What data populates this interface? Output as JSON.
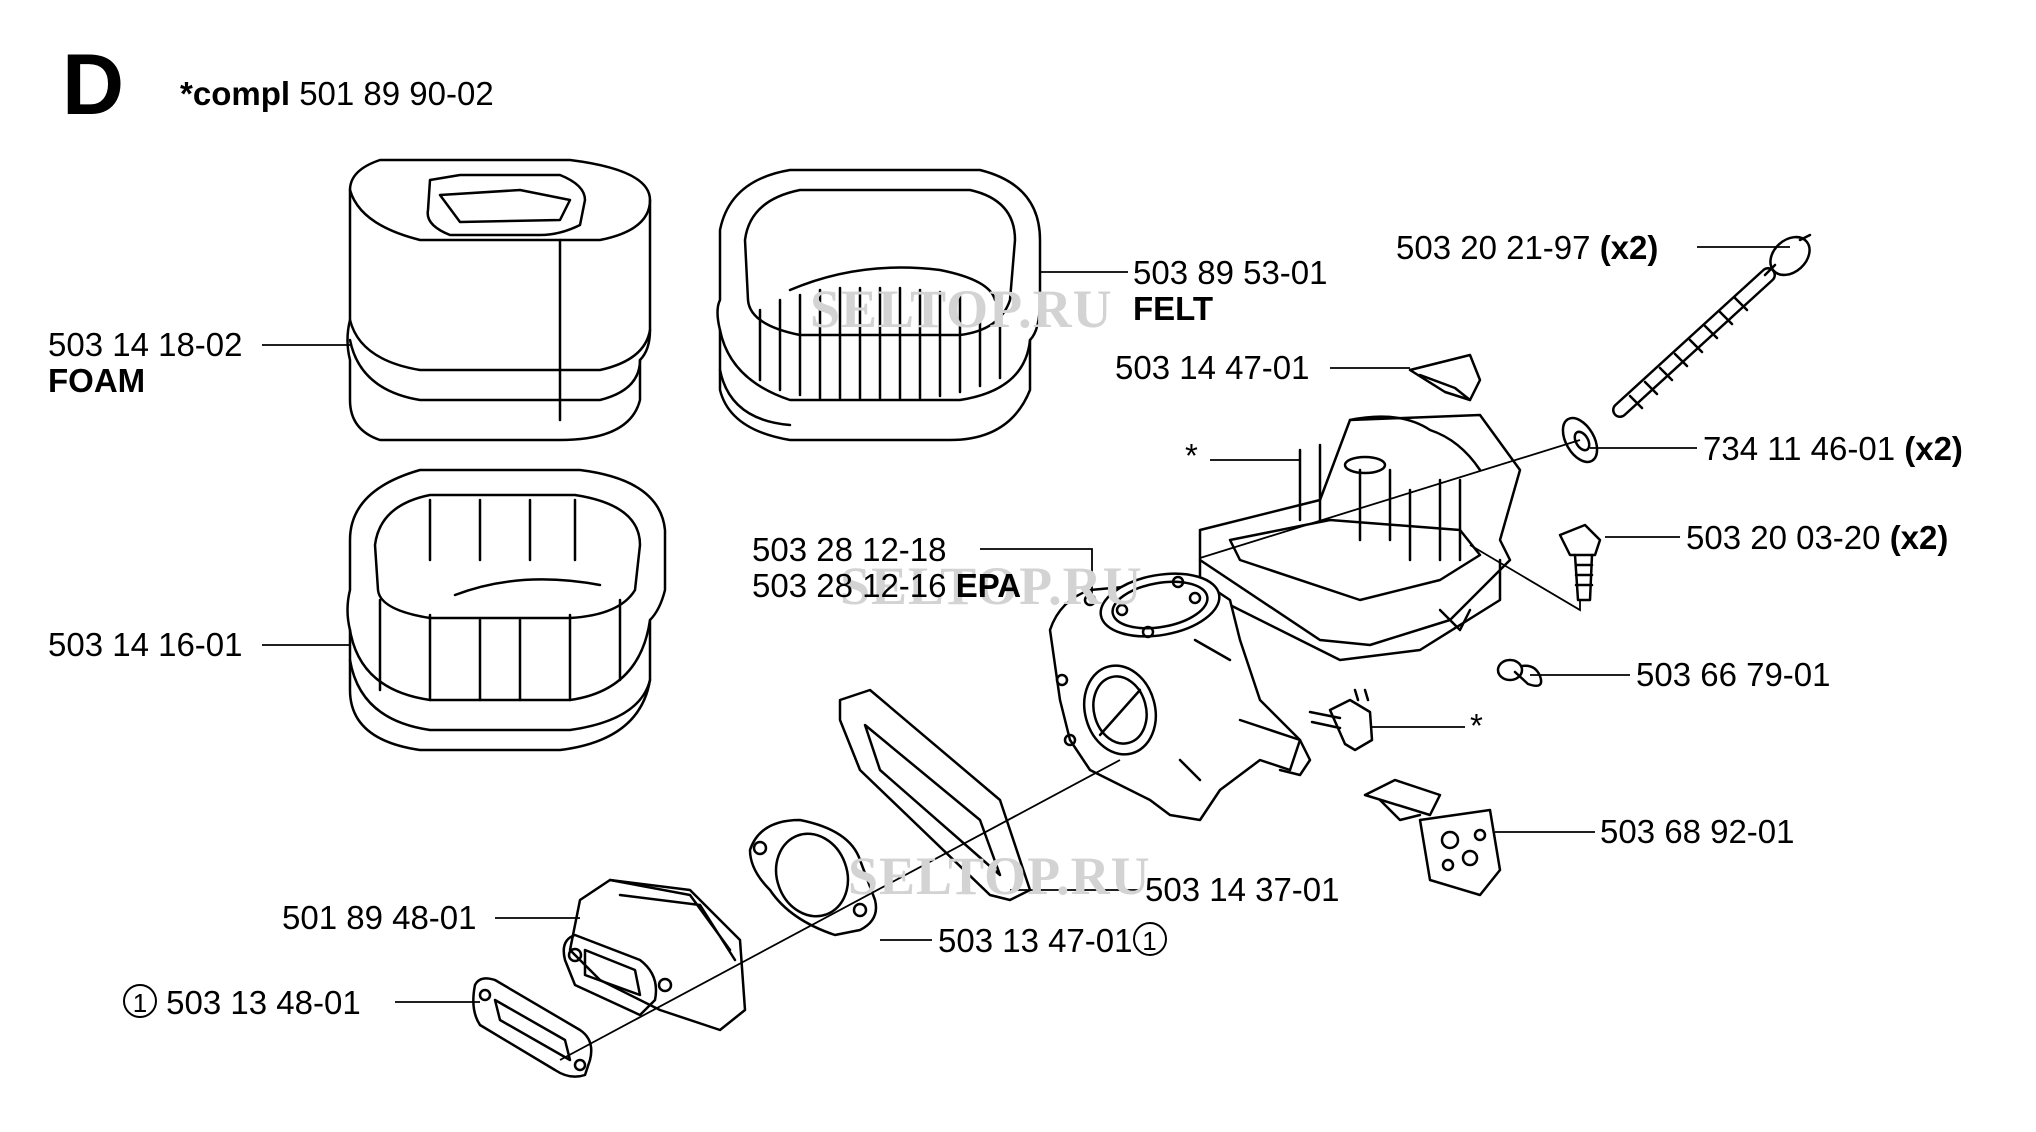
{
  "section_letter": "D",
  "compl": {
    "prefix": "*compl",
    "number": "501 89 90-02"
  },
  "parts": {
    "foam_filter": {
      "number": "503 14 18-02",
      "name": "FOAM"
    },
    "felt_filter": {
      "number": "503 89 53-01",
      "name": "FELT"
    },
    "filter_holder": {
      "number": "503 14 16-01"
    },
    "bolt": {
      "number": "503 20 21-97",
      "qty": "(x2)"
    },
    "choke_plate": {
      "number": "503 14 47-01"
    },
    "washer": {
      "number": "734 11 46-01",
      "qty": "(x2)"
    },
    "screw": {
      "number": "503 20 03-20",
      "qty": "(x2)"
    },
    "air_box_star": {
      "number": "*"
    },
    "carburetor": {
      "number": "503 28 12-18",
      "number_epa": "503 28 12-16",
      "epa": "EPA"
    },
    "plug": {
      "number": "503 66 79-01"
    },
    "nipple_star": {
      "number": "*"
    },
    "rubber_flange": {
      "number": "503 68 92-01"
    },
    "carb_gasket": {
      "number": "503 14 37-01"
    },
    "gasket_1": {
      "number": "503 13 47-01",
      "ref": "1"
    },
    "intake": {
      "number": "501 89 48-01"
    },
    "gasket_2": {
      "number": "503 13 48-01",
      "ref": "1"
    }
  },
  "watermark": "SELTOP.RU"
}
